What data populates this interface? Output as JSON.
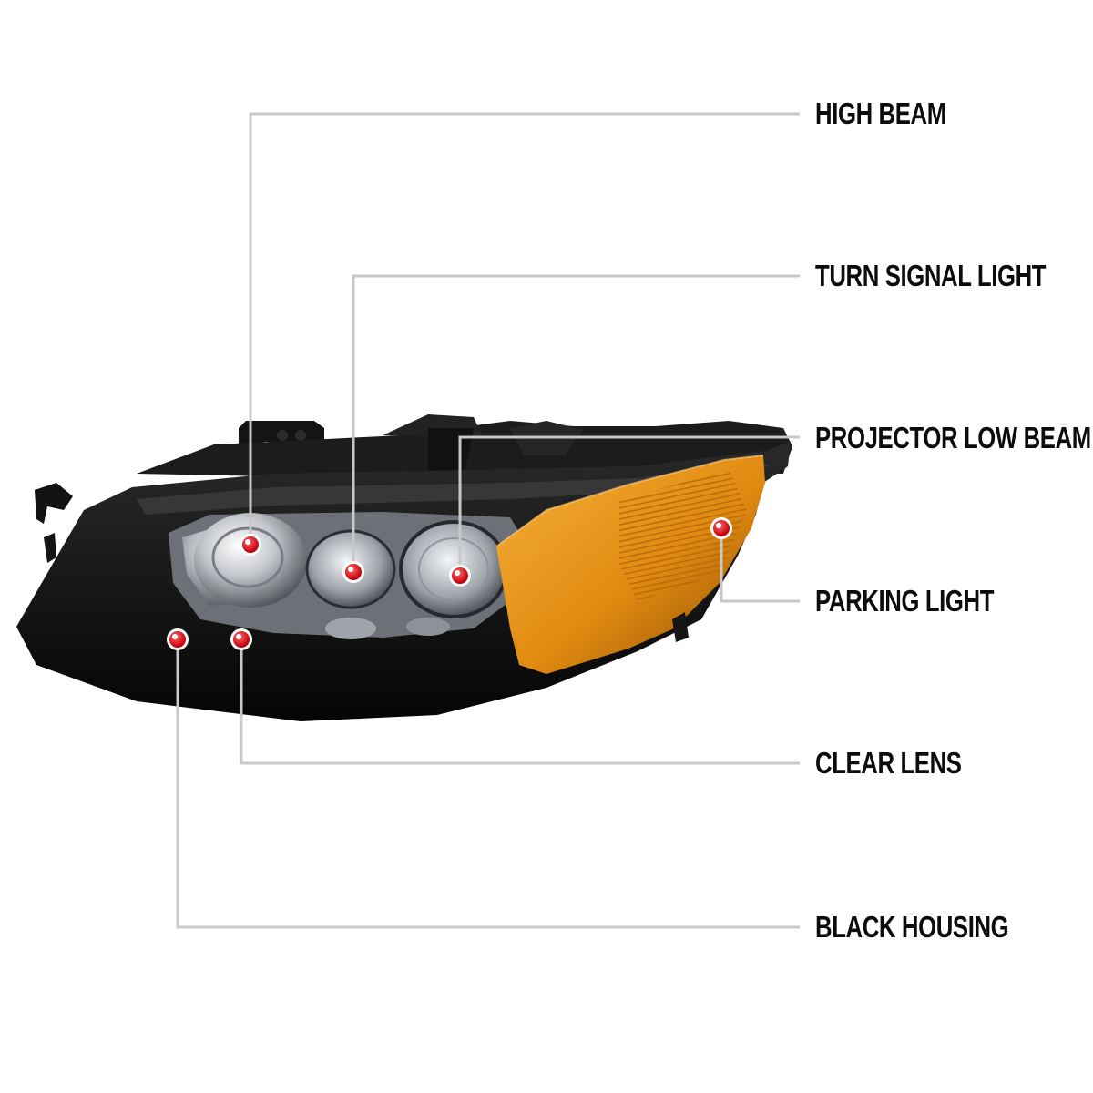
{
  "callouts": {
    "high_beam": "HIGH BEAM",
    "turn_signal_light": "TURN SIGNAL LIGHT",
    "projector_low_beam": "PROJECTOR LOW BEAM",
    "parking_light": "PARKING LIGHT",
    "clear_lens": "CLEAR LENS",
    "black_housing": "BLACK HOUSING"
  },
  "colors": {
    "leader_line": "#c8c8c8",
    "marker": "#e0101a",
    "housing": "#0e0e0e",
    "amber_lens": "#e08a10",
    "chrome": "#b9bcc2"
  }
}
